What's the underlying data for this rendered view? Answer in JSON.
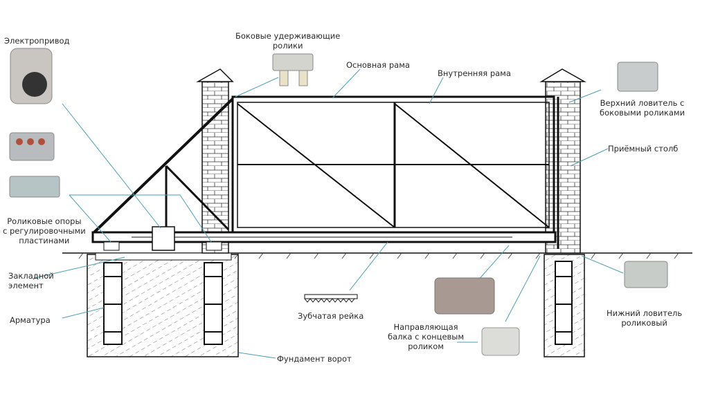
{
  "labels": {
    "drive": "Электропривод",
    "side_rollers": [
      "Боковые удерживающие",
      "ролики"
    ],
    "main_frame": "Основная рама",
    "inner_frame": "Внутренняя рама",
    "upper_catcher": [
      "Верхний ловитель с",
      "боковыми роликами"
    ],
    "receiving_post": "Приёмный столб",
    "roller_supports": [
      "Роликовые опоры",
      "с регулировочными",
      "пластинами"
    ],
    "embedded": [
      "Закладной",
      "элемент"
    ],
    "rebar": "Арматура",
    "gear_rack": "Зубчатая рейка",
    "guide_beam": [
      "Направляющая",
      "балка с концевым",
      "роликом"
    ],
    "lower_catcher": [
      "Нижний ловитель",
      "роликовый"
    ],
    "foundation": "Фундамент ворот"
  },
  "colors": {
    "leader": "#4a9fb3",
    "line": "#111111"
  }
}
